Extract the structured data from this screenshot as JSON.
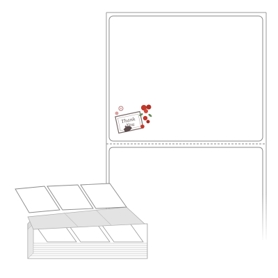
{
  "product": {
    "type": "fanfold label roll illustration",
    "sticker_text": {
      "line1": "Thank",
      "line2": "You"
    }
  },
  "colors": {
    "label_outline": "#8a8a8a",
    "perforation": "#8a8a8a",
    "stack_fill": "#e6e6e6",
    "stack_top": "#f3f3f3",
    "flower_red": "#c0392b",
    "flower_pink": "#d98c8c",
    "sticker_frame": "#7a6a6a"
  },
  "icons": {
    "sticker": "thank-you-floral-sticker-icon",
    "stack": "fanfold-label-stack-icon"
  }
}
